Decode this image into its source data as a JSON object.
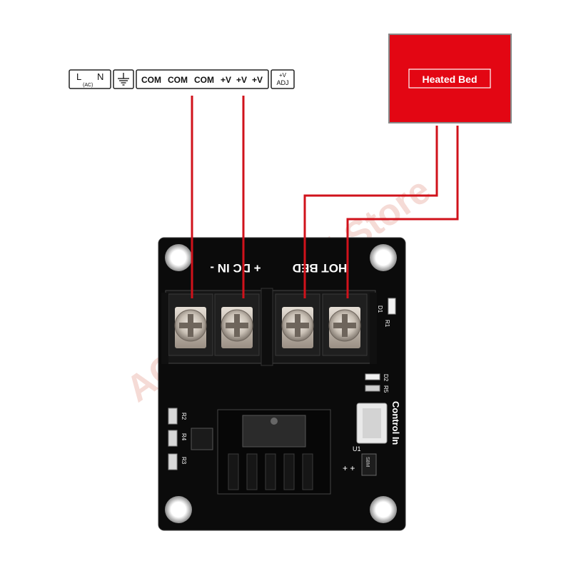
{
  "psu_terminals": {
    "l_label": "L",
    "ac_label": "(AC)",
    "n_label": "N",
    "com_labels": [
      "COM",
      "COM",
      "COM"
    ],
    "v_labels": [
      "+V",
      "+V",
      "+V"
    ],
    "adj_top": "+V",
    "adj_bottom": "ADJ"
  },
  "heated_bed": {
    "label": "Heated Bed",
    "color": "#e30613"
  },
  "board": {
    "silk_dc_in": "+ DC IN -",
    "silk_hot_bed": "HOT BED",
    "control_in": "Control In",
    "labels": {
      "d1": "D1",
      "r1": "R1",
      "d2": "D2",
      "r5": "R5",
      "r2": "R2",
      "r4": "R4",
      "r3": "R3",
      "u1": "U1",
      "sot": "S8M",
      "plus_minus": "+ +"
    }
  },
  "watermark": "AOKIN Official Store",
  "wire_color": "#d0121b"
}
